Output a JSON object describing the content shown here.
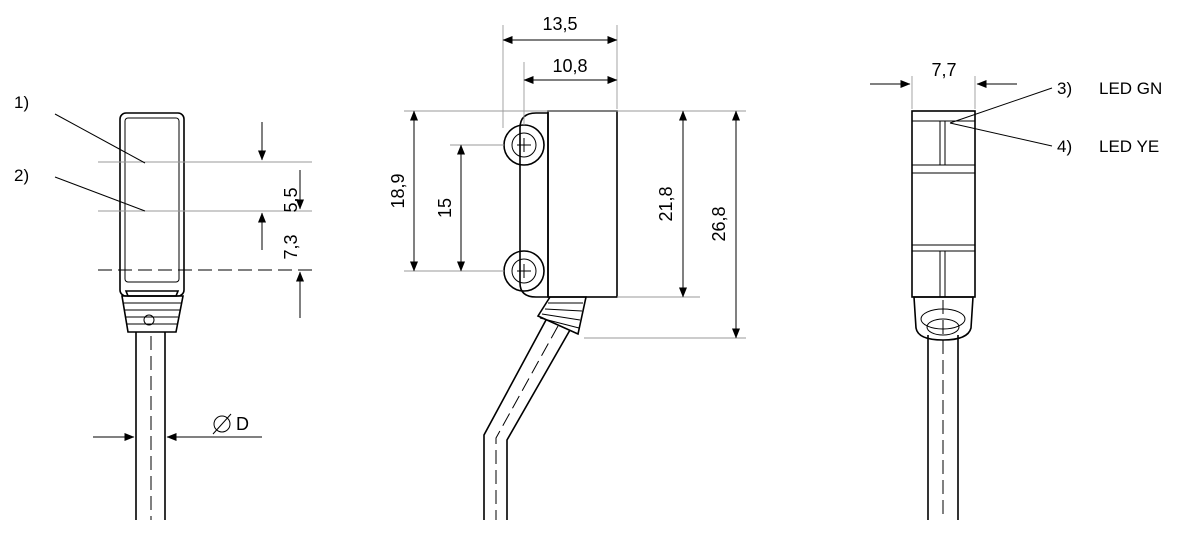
{
  "callouts": [
    {
      "id": "1",
      "text": "1)"
    },
    {
      "id": "2",
      "text": "2)"
    },
    {
      "id": "3",
      "text": "3)",
      "desc": "LED GN"
    },
    {
      "id": "4",
      "text": "4)",
      "desc": "LED YE"
    }
  ],
  "dimensions": {
    "front_5_5": "5,5",
    "front_7_3": "7,3",
    "cable_dia": "D",
    "side_13_5": "13,5",
    "side_10_8": "10,8",
    "side_18_9": "18,9",
    "side_15": "15",
    "side_21_8": "21,8",
    "side_26_8": "26,8",
    "end_7_7": "7,7"
  },
  "symbols": {
    "diameter": "diameter-symbol"
  }
}
